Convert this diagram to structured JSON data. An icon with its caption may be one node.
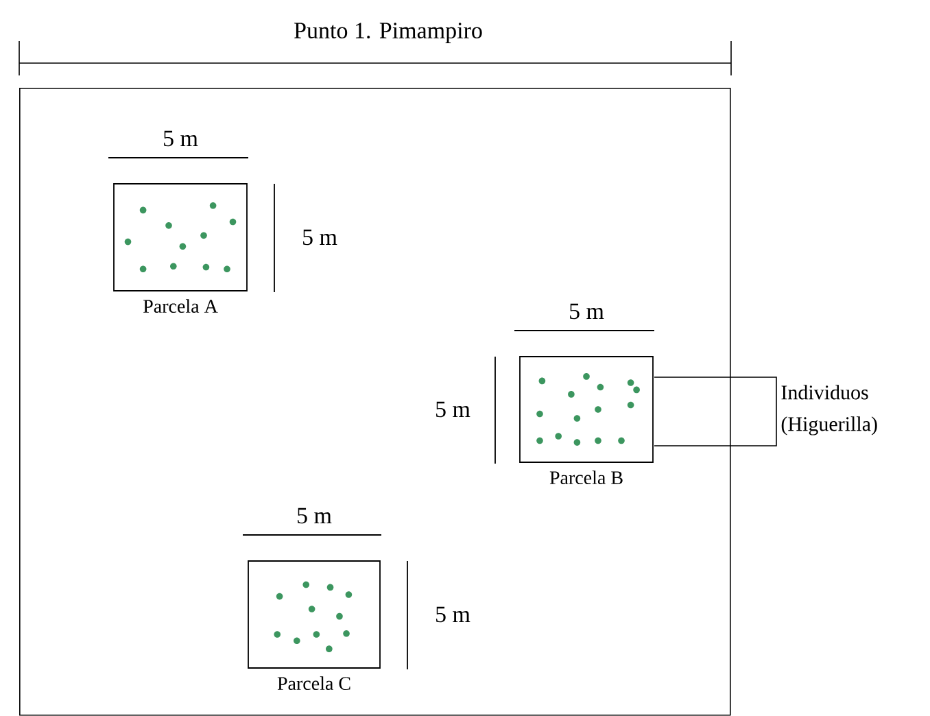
{
  "diagram": {
    "title": "Punto 1. Pimampiro",
    "nodes": [
      {
        "text": [],
        "shape": "box"
      },
      {
        "text": [
          "Parcela A"
        ],
        "in": 0
      },
      {
        "text": [
          "Parcela B"
        ],
        "in": 0
      },
      {
        "text": [
          "Parcela C"
        ],
        "in": 0
      },
      {
        "text": [
          "Individuos (Higuerilla)"
        ]
      }
    ],
    "edges": [
      {
        "from": 4,
        "to": 2,
        "arrow": "none"
      },
      {
        "from": 4,
        "to": 2,
        "arrow": "none"
      }
    ],
    "labels": [
      "5 m",
      "5 m",
      "5 m",
      "5 m",
      "5 m",
      "5 m"
    ]
  }
}
